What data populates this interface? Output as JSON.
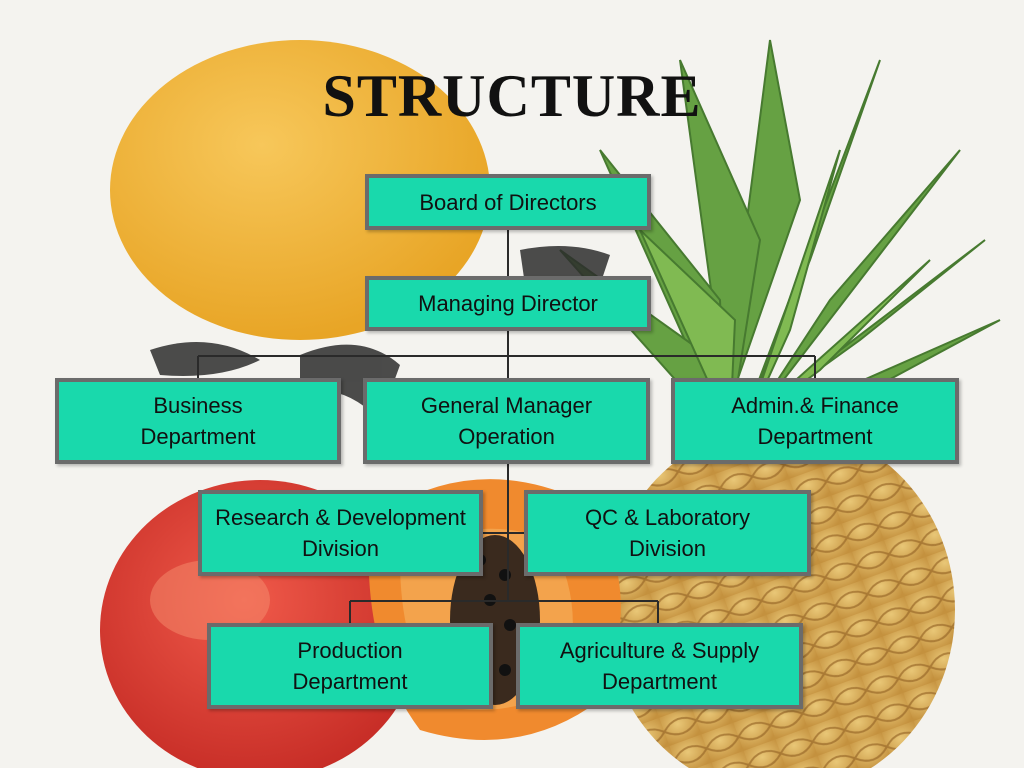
{
  "slide": {
    "title": "STRUCTURE"
  },
  "org_chart": {
    "nodes": [
      {
        "id": "board",
        "label": "Board of Directors"
      },
      {
        "id": "md",
        "label": "Managing Director"
      },
      {
        "id": "business",
        "label": "Business\nDepartment"
      },
      {
        "id": "gm",
        "label": "General Manager\nOperation"
      },
      {
        "id": "admin",
        "label": "Admin.& Finance\nDepartment"
      },
      {
        "id": "rnd",
        "label": "Research & Development\nDivision"
      },
      {
        "id": "qc",
        "label": "QC & Laboratory\nDivision"
      },
      {
        "id": "production",
        "label": "Production\nDepartment"
      },
      {
        "id": "agri",
        "label": "Agriculture & Supply\nDepartment"
      }
    ],
    "edges": [
      [
        "board",
        "md"
      ],
      [
        "md",
        "business"
      ],
      [
        "md",
        "gm"
      ],
      [
        "md",
        "admin"
      ],
      [
        "gm",
        "rnd"
      ],
      [
        "gm",
        "qc"
      ],
      [
        "gm",
        "production"
      ],
      [
        "gm",
        "agri"
      ]
    ]
  },
  "colors": {
    "box_fill": "#19d9ac",
    "box_border": "#6b6b6b",
    "connector": "#2a2a2a",
    "title": "#111111"
  }
}
